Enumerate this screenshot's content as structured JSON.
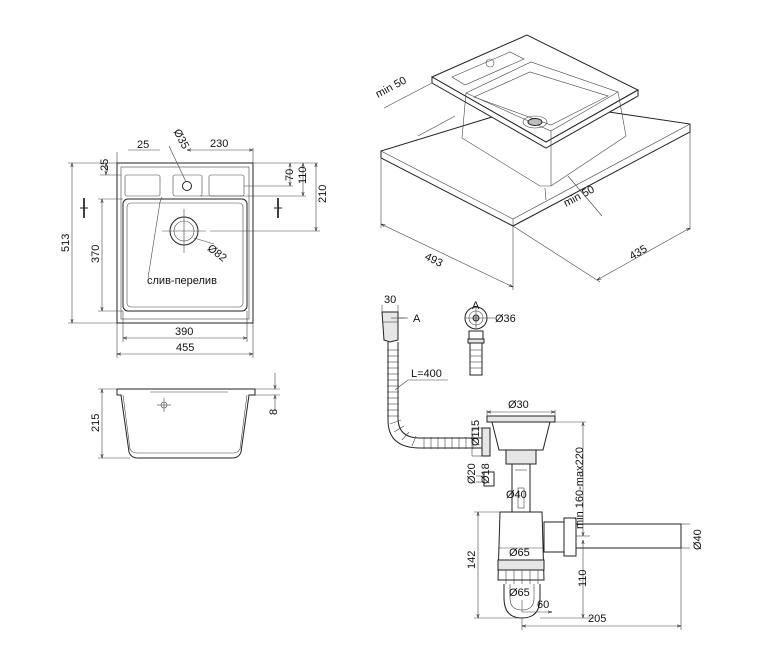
{
  "top_view": {
    "dim_25_left": "25",
    "dim_25_top": "25",
    "dim_d35": "Ø35",
    "dim_230": "230",
    "dim_70": "70",
    "dim_110": "110",
    "dim_210": "210",
    "dim_513": "513",
    "dim_370": "370",
    "dim_d82": "Ø82",
    "drain_label": "слив-перелив",
    "dim_390": "390",
    "dim_455": "455"
  },
  "side_view": {
    "dim_215": "215",
    "dim_8": "8"
  },
  "iso_view": {
    "min_50_top": "min 50",
    "min_50_bottom": "min 50",
    "dim_493": "493",
    "dim_435": "435"
  },
  "siphon": {
    "dim_30_top": "30",
    "label_a": "A",
    "label_a2": "A",
    "dim_d36": "Ø36",
    "hose_length": "L=400",
    "dim_d115": "Ø115",
    "dim_d30": "Ø30",
    "dim_height_range": "min 160-max220",
    "dim_d20": "Ø20",
    "dim_d18": "Ø18",
    "dim_d40_inner": "Ø40",
    "dim_d40_outlet": "Ø40",
    "dim_142": "142",
    "dim_d65_top": "Ø65",
    "dim_d65_bottom": "Ø65",
    "dim_110": "110",
    "dim_60": "60",
    "dim_205": "205"
  }
}
